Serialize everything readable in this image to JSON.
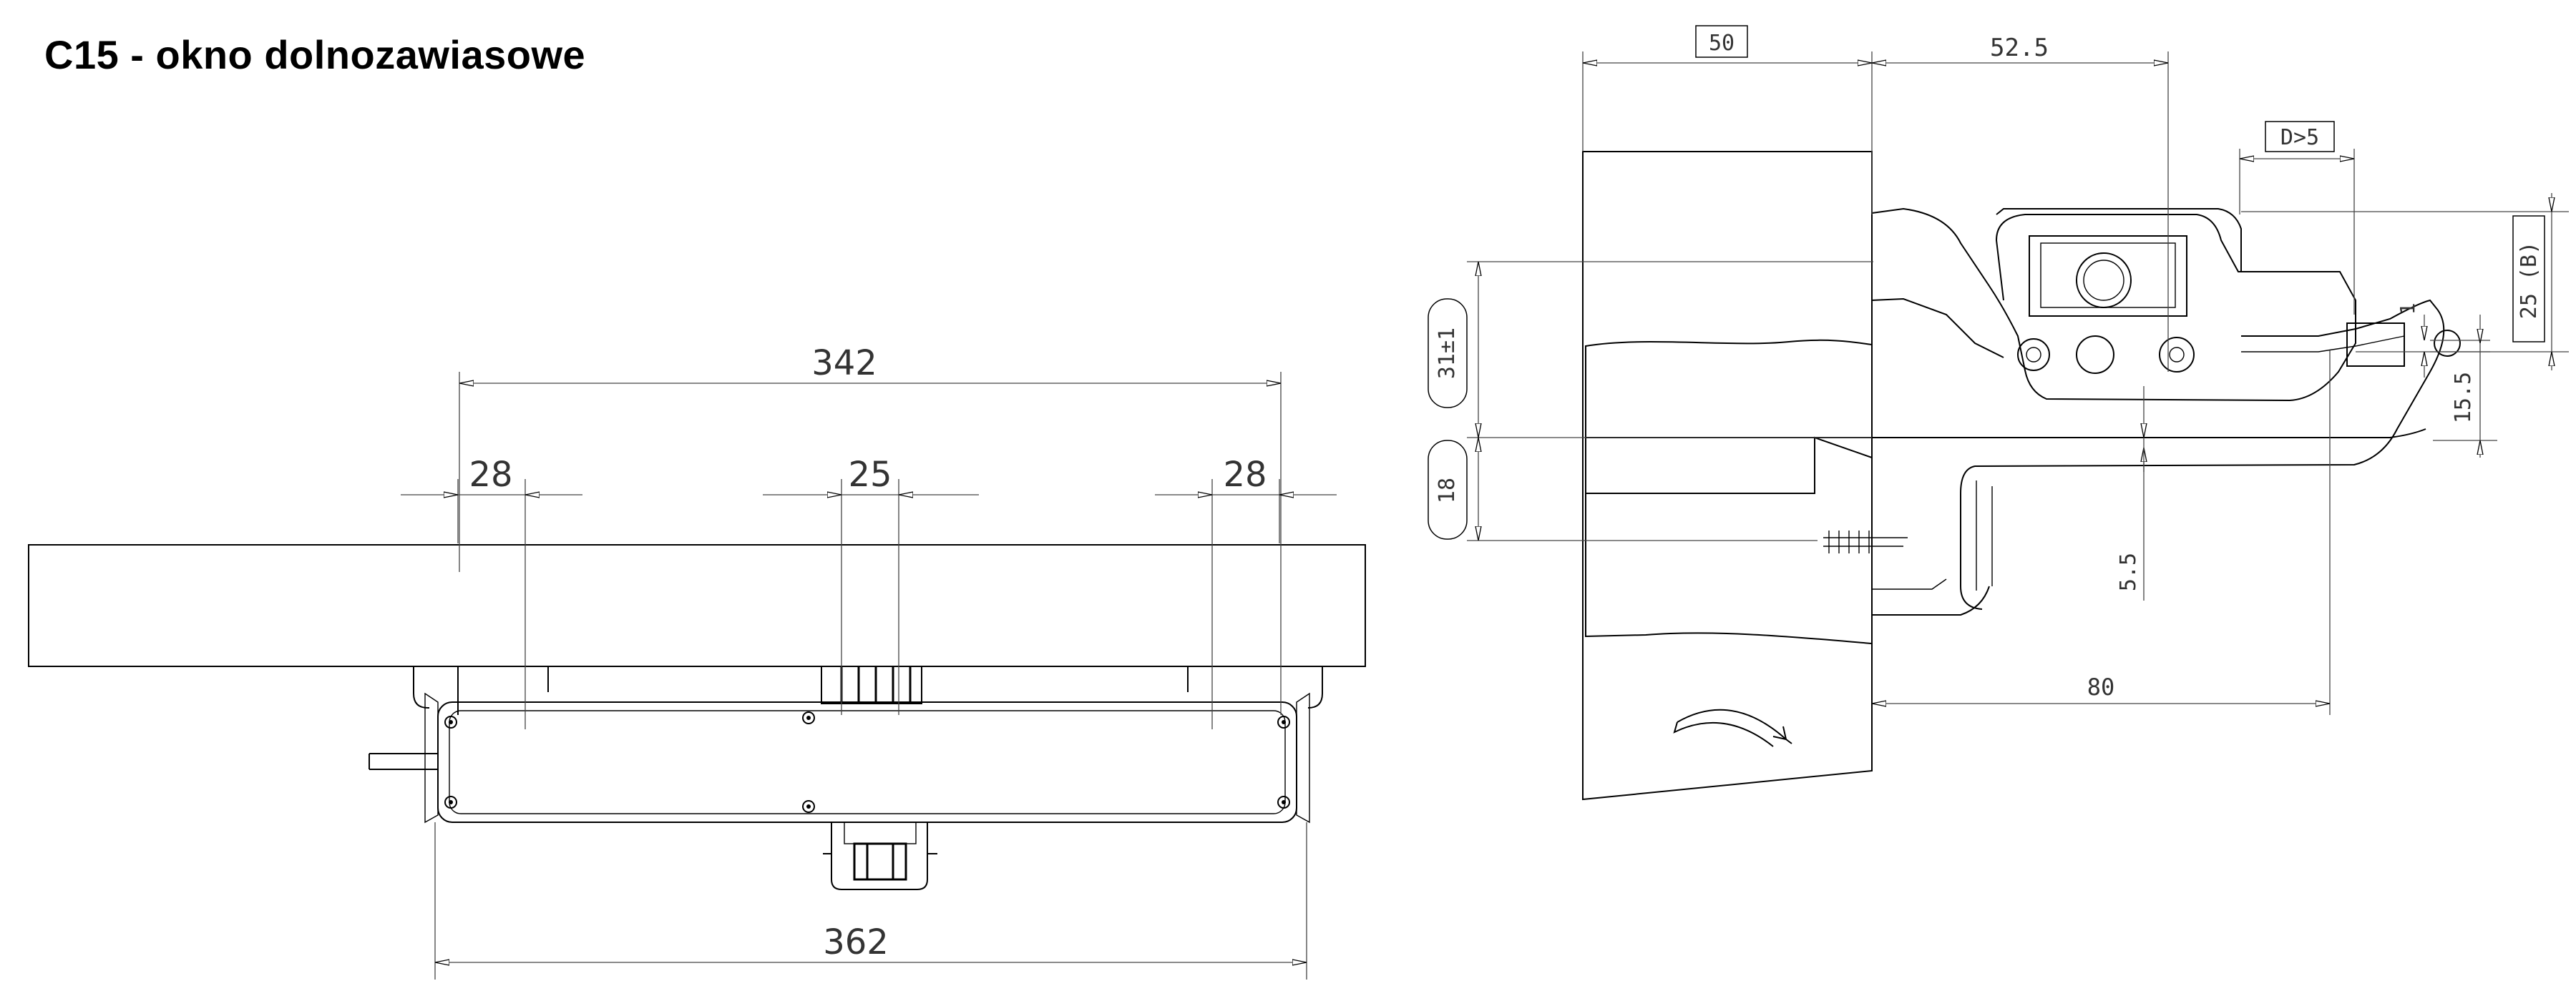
{
  "title": "C15 - okno dolnozawiasowe",
  "front_view": {
    "dims": {
      "overall_top": "342",
      "left_offset": "28",
      "center_width": "25",
      "right_offset": "28",
      "overall_bottom": "362"
    }
  },
  "section_view": {
    "dims": {
      "frame_width": "50",
      "bracket_reach": "52.5",
      "gap_min": "D>5",
      "height_b": "25 (B)",
      "clearance": "1",
      "arm_height": "15.5",
      "overlap": "31±1",
      "sash_rebate": "18",
      "offset_small": "5.5",
      "projection": "80"
    }
  }
}
